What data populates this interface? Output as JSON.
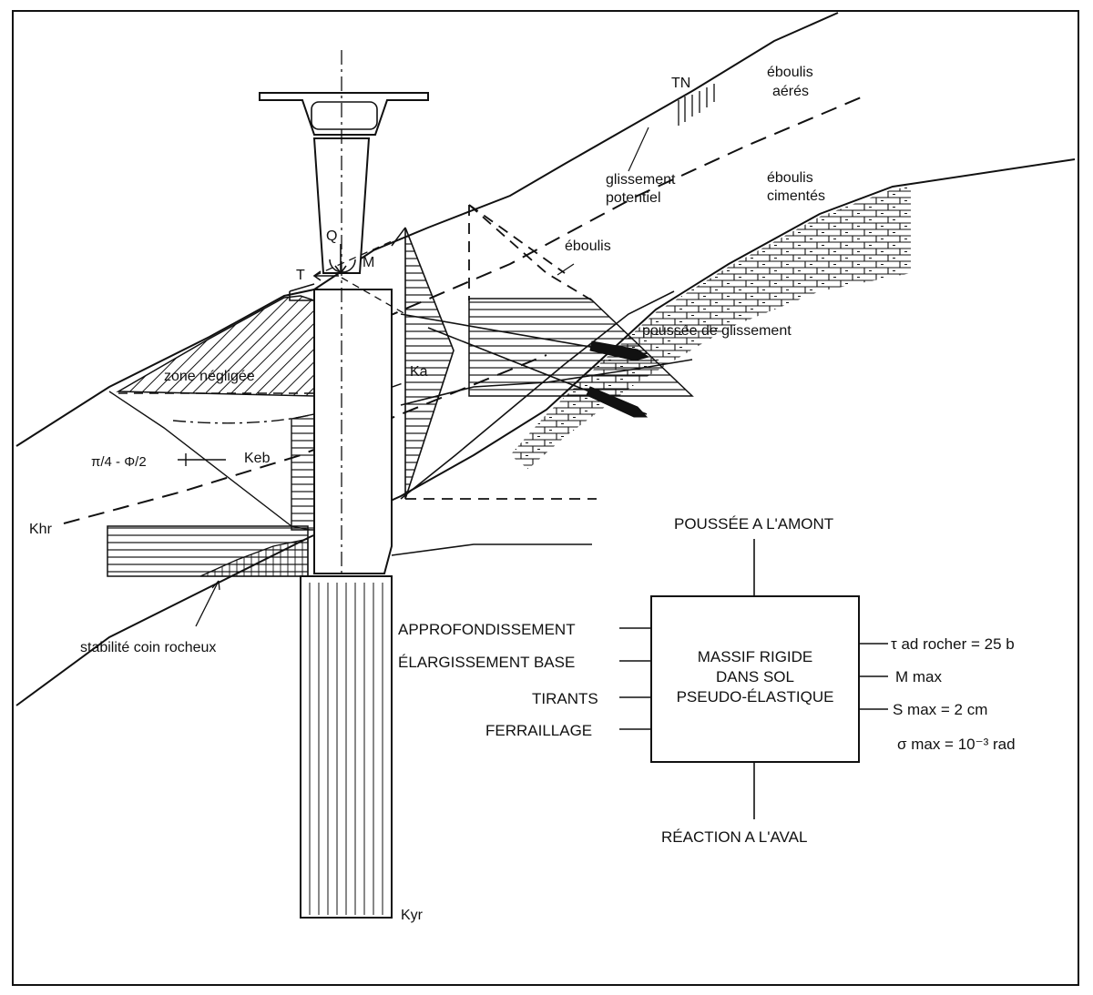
{
  "labels": {
    "tn": "TN",
    "eboulis_aeres_1": "éboulis",
    "eboulis_aeres_2": "aérés",
    "glissement_potentiel_1": "glissement",
    "glissement_potentiel_2": "potentiel",
    "eboulis_cimentes_1": "éboulis",
    "eboulis_cimentes_2": "cimentés",
    "eboulis": "éboulis",
    "q": "Q",
    "m": "M",
    "t": "T",
    "poussee_glissement": "poussée de glissement",
    "zone_negligee": "zone négligée",
    "ka": "Ka",
    "angle": "π/4 - Φ/2",
    "keb": "Keb",
    "khr": "Khr",
    "stabilite": "stabilité coin rocheux",
    "kyr": "Kyr"
  },
  "block_diagram": {
    "top": "POUSSÉE A L'AMONT",
    "bottom": "RÉACTION A L'AVAL",
    "box_lines": [
      "MASSIF RIGIDE",
      "DANS SOL",
      "PSEUDO-ÉLASTIQUE"
    ],
    "inputs": [
      "APPROFONDISSEMENT",
      "ÉLARGISSEMENT BASE",
      "TIRANTS",
      "FERRAILLAGE"
    ],
    "outputs": [
      "τ ad rocher = 25 b",
      "M max",
      "S max = 2 cm",
      "σ max = 10⁻³ rad"
    ]
  }
}
